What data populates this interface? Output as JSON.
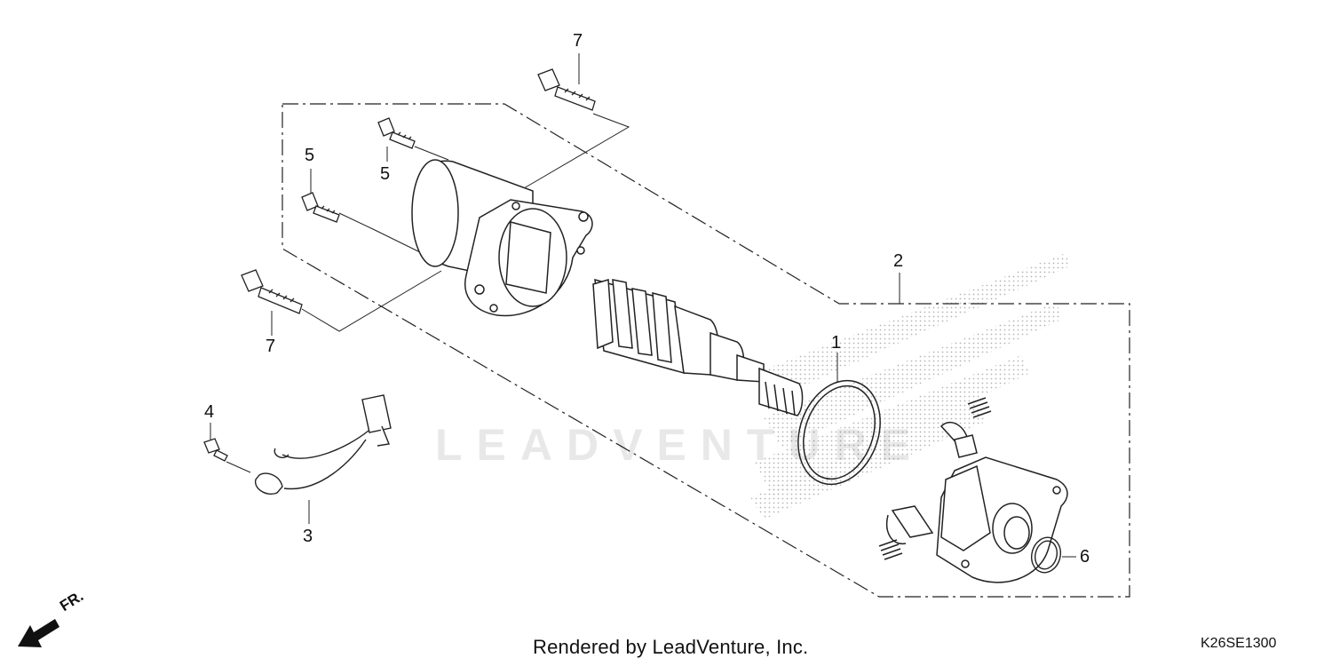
{
  "callouts": {
    "p1": "1",
    "p2": "2",
    "p3": "3",
    "p4": "4",
    "p5a": "5",
    "p5b": "5",
    "p6": "6",
    "p7a": "7",
    "p7b": "7"
  },
  "direction_label": "FR.",
  "watermark": "LEADVENTURE",
  "footer_credit": "Rendered by LeadVenture, Inc.",
  "diagram_code": "K26SE1300"
}
